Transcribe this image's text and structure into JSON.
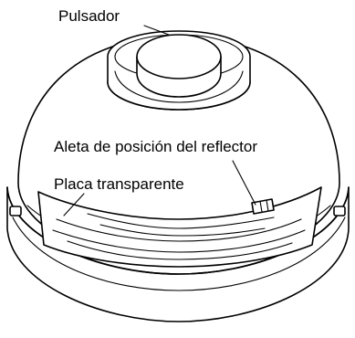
{
  "labels": {
    "button": "Pulsador",
    "reflector_tab": "Aleta de posición del reflector",
    "transparent_plate": "Placa transparente"
  }
}
